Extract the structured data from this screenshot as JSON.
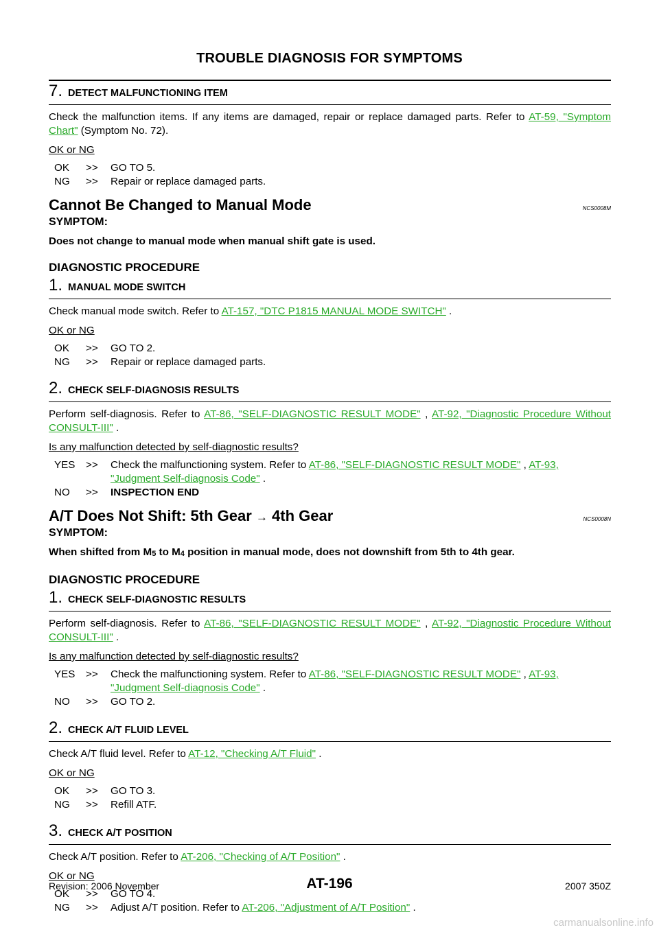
{
  "header": {
    "title": "TROUBLE DIAGNOSIS FOR SYMPTOMS"
  },
  "step7": {
    "num": "7.",
    "title": "DETECT MALFUNCTIONING ITEM",
    "text_pre": "Check the malfunction items. If any items are damaged, repair or replace damaged parts. Refer to ",
    "link": "AT-59, \"Symptom Chart\"",
    "text_post": " (Symptom No. 72).",
    "ok_ng": "OK or NG",
    "ok": {
      "label": "OK",
      "arrow": ">>",
      "text": "GO TO 5."
    },
    "ng": {
      "label": "NG",
      "arrow": ">>",
      "text": "Repair or replace damaged parts."
    }
  },
  "section1": {
    "title": "Cannot Be Changed to Manual Mode",
    "code": "NCS0008M",
    "symptom_label": "SYMPTOM:",
    "symptom": "Does not change to manual mode when manual shift gate is used.",
    "diag": "DIAGNOSTIC PROCEDURE",
    "s1": {
      "num": "1.",
      "title": "MANUAL MODE SWITCH",
      "text_pre": "Check manual mode switch. Refer to ",
      "link": "AT-157, \"DTC P1815 MANUAL MODE SWITCH\"",
      "text_post": " .",
      "ok_ng": "OK or NG",
      "ok": {
        "label": "OK",
        "arrow": ">>",
        "text": "GO TO 2."
      },
      "ng": {
        "label": "NG",
        "arrow": ">>",
        "text": "Repair or replace damaged parts."
      }
    },
    "s2": {
      "num": "2.",
      "title": "CHECK SELF-DIAGNOSIS RESULTS",
      "text_pre": "Perform self-diagnosis. Refer to ",
      "link1": "AT-86, \"SELF-DIAGNOSTIC RESULT MODE\"",
      "sep": " , ",
      "link2": "AT-92, \"Diagnostic Procedure Without CONSULT-III\"",
      "text_post": " .",
      "question": "Is any malfunction detected by self-diagnostic results?",
      "yes": {
        "label": "YES",
        "arrow": ">>",
        "text_pre": "Check the malfunctioning system. Refer to ",
        "link1": "AT-86, \"SELF-DIAGNOSTIC RESULT MODE\"",
        "sep": " , ",
        "link2": "AT-93, \"Judgment Self-diagnosis Code\"",
        "text_post": " ."
      },
      "no": {
        "label": "NO",
        "arrow": ">>",
        "text": "INSPECTION END"
      }
    }
  },
  "section2": {
    "title_pre": "A/T Does Not Shift: 5th Gear ",
    "title_arrow": "→",
    "title_post": " 4th Gear",
    "code": "NCS0008N",
    "symptom_label": "SYMPTOM:",
    "symptom_a": "When shifted from M",
    "symptom_sub1": "5",
    "symptom_b": " to M",
    "symptom_sub2": "4",
    "symptom_c": " position in manual mode, does not downshift from 5th to 4th gear.",
    "diag": "DIAGNOSTIC PROCEDURE",
    "s1": {
      "num": "1.",
      "title": "CHECK SELF-DIAGNOSTIC RESULTS",
      "text_pre": "Perform self-diagnosis. Refer to ",
      "link1": "AT-86, \"SELF-DIAGNOSTIC RESULT MODE\"",
      "sep": " , ",
      "link2": "AT-92, \"Diagnostic Procedure Without CONSULT-III\"",
      "text_post": " .",
      "question": "Is any malfunction detected by self-diagnostic results?",
      "yes": {
        "label": "YES",
        "arrow": ">>",
        "text_pre": "Check the malfunctioning system. Refer to ",
        "link1": "AT-86, \"SELF-DIAGNOSTIC RESULT MODE\"",
        "sep": " , ",
        "link2": "AT-93, \"Judgment Self-diagnosis Code\"",
        "text_post": " ."
      },
      "no": {
        "label": "NO",
        "arrow": ">>",
        "text": "GO TO 2."
      }
    },
    "s2": {
      "num": "2.",
      "title": "CHECK A/T FLUID LEVEL",
      "text_pre": "Check A/T fluid level. Refer to ",
      "link": "AT-12, \"Checking A/T Fluid\"",
      "text_post": " .",
      "ok_ng": "OK or NG",
      "ok": {
        "label": "OK",
        "arrow": ">>",
        "text": "GO TO 3."
      },
      "ng": {
        "label": "NG",
        "arrow": ">>",
        "text": "Refill ATF."
      }
    },
    "s3": {
      "num": "3.",
      "title": "CHECK A/T POSITION",
      "text_pre": "Check A/T position. Refer to ",
      "link": "AT-206, \"Checking of A/T Position\"",
      "text_post": " .",
      "ok_ng": "OK or NG",
      "ok": {
        "label": "OK",
        "arrow": ">>",
        "text": "GO TO 4."
      },
      "ng": {
        "label": "NG",
        "arrow": ">>",
        "text_pre": "Adjust A/T position. Refer to ",
        "link": "AT-206, \"Adjustment of A/T Position\"",
        "text_post": " ."
      }
    }
  },
  "footer": {
    "revision": "Revision: 2006 November",
    "page": "AT-196",
    "model": "2007 350Z"
  },
  "watermark": "carmanualsonline.info"
}
